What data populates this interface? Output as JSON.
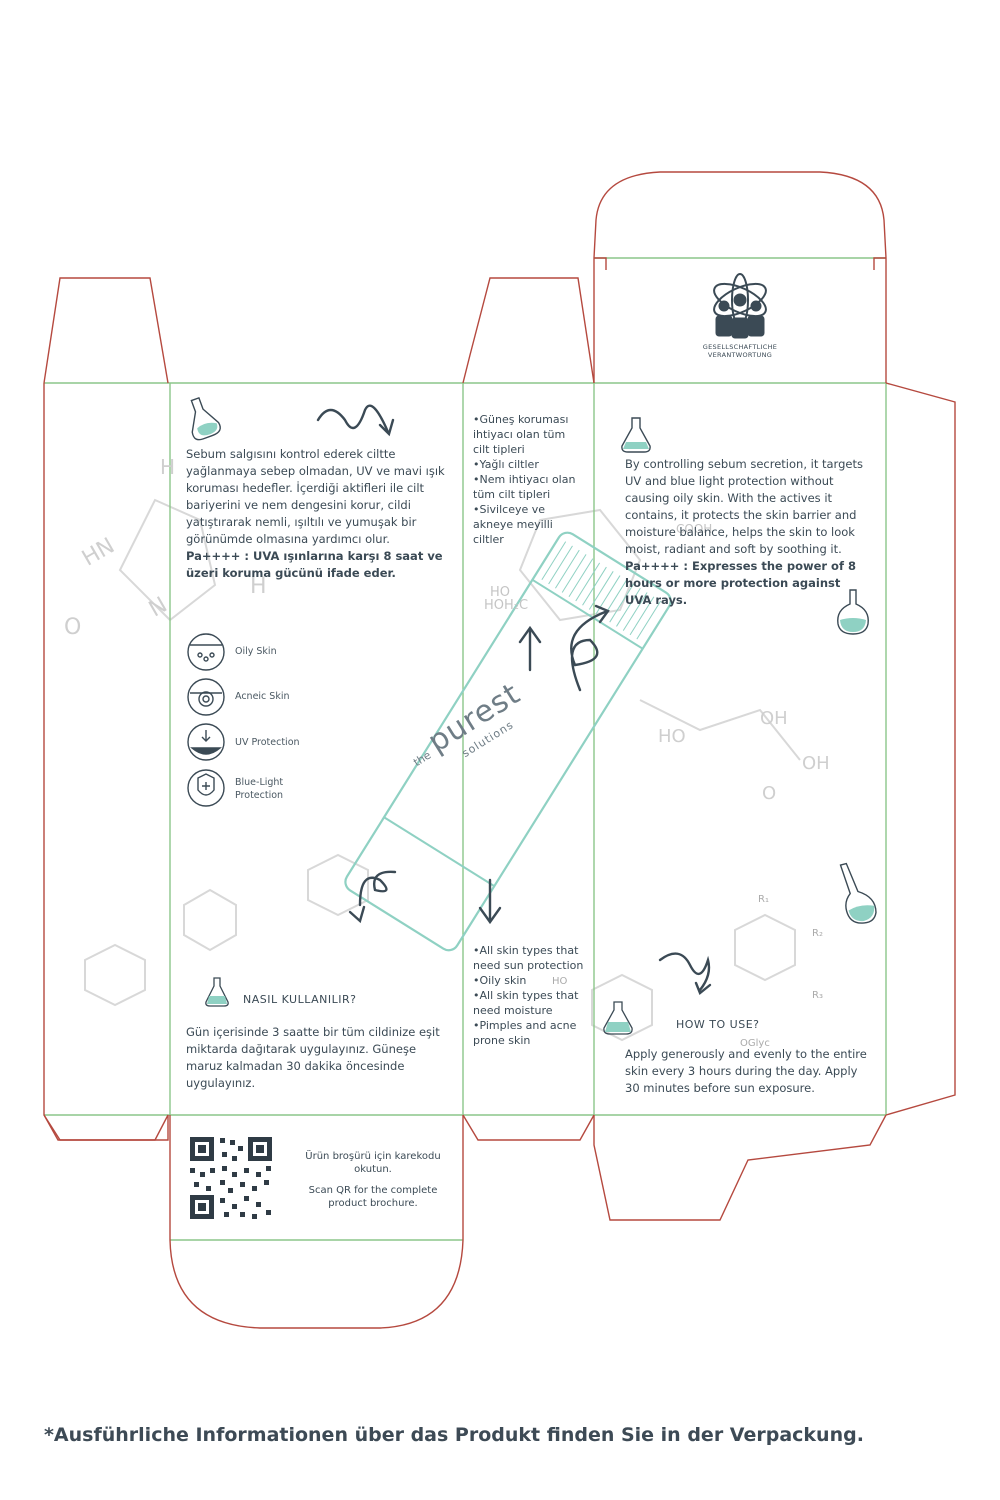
{
  "turkish": {
    "description": "Sebum salgısını kontrol ederek ciltte yağlanmaya sebep olmadan, UV ve mavi ışık koruması hedefler. İçerdiği aktifleri ile cilt bariyerini ve nem dengesini korur, cildi yatıştırarak nemli, ışıltılı ve yumuşak bir görünümde olmasına yardımcı olur.",
    "pa_claim": "Pa++++ : UVA ışınlarına karşı 8 saat ve üzeri koruma gücünü ifade eder.",
    "skin_types": [
      "•Güneş koruması ihtiyacı olan tüm cilt tipleri",
      "•Yağlı ciltler",
      "•Nem ihtiyacı olan tüm cilt tipleri",
      "•Sivilceye ve akneye meyilli ciltler"
    ],
    "how_to_title": "NASIL KULLANILIR?",
    "how_to": "Gün içerisinde 3 saatte bir tüm cildinize eşit miktarda dağıtarak uygulayınız. Güneşe maruz kalmadan 30 dakika öncesinde uygulayınız.",
    "qr_text": "Ürün broşürü için karekodu okutun."
  },
  "english": {
    "description": "By controlling sebum secretion, it targets UV and blue light protection without causing oily skin. With the actives it contains, it protects the skin barrier and moisture balance, helps the skin to look moist, radiant and soft by soothing it.",
    "pa_claim": "Pa++++ : Expresses the power of 8 hours or more protection against UVA rays.",
    "skin_types": [
      "•All skin types that need sun protection",
      "•Oily skin",
      "•All skin types that need moisture",
      "•Pimples and acne prone skin"
    ],
    "how_to_title": "HOW TO USE?",
    "how_to": "Apply generously and evenly to the entire skin every 3 hours during the day. Apply 30 minutes before sun exposure.",
    "qr_text": "Scan QR for the complete product brochure."
  },
  "icons": [
    {
      "name": "oily-skin-icon",
      "label": "Oily Skin"
    },
    {
      "name": "acneic-skin-icon",
      "label": "Acneic Skin"
    },
    {
      "name": "uv-protection-icon",
      "label": "UV Protection"
    },
    {
      "name": "blue-light-protection-icon",
      "label": "Blue-Light Protection"
    }
  ],
  "brand": {
    "the": "the",
    "purest": "purest",
    "solutions": "solutions"
  },
  "csr_badge": "GESELLSCHAFTLICHE VERANTWORTUNG",
  "footer_note": "*Ausführliche Informationen über das Produkt finden Sie in der Verpackung.",
  "chem_labels": {
    "hn": "HN",
    "o1": "O",
    "n1": "N",
    "h1": "H",
    "h2": "H",
    "ho": "HO",
    "hoh2c": "HOH₂C",
    "cooh": "COOH",
    "ho2": "HO",
    "oh1": "OH",
    "oh2": "OH",
    "o2": "O",
    "r1": "R₁",
    "r2": "R₂",
    "r3": "R₃",
    "oglyc": "OGlyc",
    "ho3": "HO"
  },
  "colors": {
    "cut_line": "#b5493f",
    "fold_line": "#7fbf7a",
    "accent": "#8fd1c3",
    "text": "#3b4a55"
  }
}
